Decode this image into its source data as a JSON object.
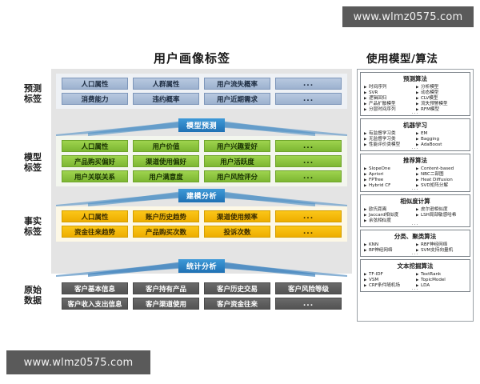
{
  "watermarks": {
    "top": "www.wlmz0575.com",
    "bottom": "www.wlmz0575.com"
  },
  "titles": {
    "left": "用户画像标签",
    "right": "使用模型/算法"
  },
  "row_labels": [
    {
      "name": "predict",
      "line1": "预测",
      "line2": "标签"
    },
    {
      "name": "model",
      "line1": "模型",
      "line2": "标签"
    },
    {
      "name": "fact",
      "line1": "事实",
      "line2": "标签"
    },
    {
      "name": "raw",
      "line1": "原始",
      "line2": "数据"
    }
  ],
  "tiers": {
    "predict": {
      "label": "预测标签",
      "color": "#a9bcd6",
      "cells": [
        "人口属性",
        "人群属性",
        "用户流失概率",
        "...",
        "消费能力",
        "违约概率",
        "用户近期需求",
        "..."
      ]
    },
    "model": {
      "label": "模型标签",
      "color": "#8cc63e",
      "cells": [
        "人口属性",
        "用户价值",
        "用户兴趣爱好",
        "...",
        "产品购买偏好",
        "渠道使用偏好",
        "用户活跃度",
        "...",
        "用户关联关系",
        "用户满意度",
        "用户风险评分",
        "..."
      ]
    },
    "fact": {
      "label": "事实标签",
      "color": "#f5b800",
      "cells": [
        "人口属性",
        "账户历史趋势",
        "渠道使用频率",
        "...",
        "资金往来趋势",
        "产品购买次数",
        "投诉次数",
        "..."
      ]
    },
    "raw": {
      "label": "原始数据",
      "color": "#5e5e5e",
      "cells": [
        "客户基本信息",
        "客户持有产品",
        "客户历史交易",
        "客户风险等级",
        "客户收入支出信息",
        "客户渠道使用",
        "客户资金往来",
        "..."
      ]
    }
  },
  "arrows": [
    {
      "name": "model-prediction",
      "label": "模型预测"
    },
    {
      "name": "modeling-analysis",
      "label": "建模分析"
    },
    {
      "name": "statistical-analysis",
      "label": "统计分析"
    }
  ],
  "algorithm_boxes": [
    {
      "name": "prediction-algorithms",
      "title": "预测算法",
      "left": [
        "时间序列",
        "SVR",
        "逻辑回归",
        "产品扩散模型",
        "分层时间序列"
      ],
      "right": [
        "分析模型",
        "动态模型",
        "CLV模型",
        "流失预警模型",
        "RFM模型"
      ],
      "ellipsis": "..."
    },
    {
      "name": "machine-learning",
      "title": "机器学习",
      "left": [
        "有监督学习类",
        "无监督学习类",
        "性能评价类模型"
      ],
      "right": [
        "EM",
        "Bagging",
        "AdaBoost"
      ],
      "ellipsis": "..."
    },
    {
      "name": "recommendation-algorithms",
      "title": "推荐算法",
      "left": [
        "SlopeOne",
        "Apriori",
        "FPTree",
        "Hybrid CF"
      ],
      "right": [
        "Content-based",
        "NBC二部图",
        "Heat Diffusion",
        "SVD矩阵分解"
      ],
      "ellipsis": "..."
    },
    {
      "name": "similarity-computation",
      "title": "相似度计算",
      "left": [
        "欧氏距离",
        "Jaccard相似度",
        "余弦相似度"
      ],
      "right": [
        "皮尔逊相似度",
        "LSH局部敏感哈希"
      ],
      "ellipsis": "..."
    },
    {
      "name": "classification-clustering",
      "title": "分类、聚类算法",
      "left": [
        "KNN",
        "BP神经网络"
      ],
      "right": [
        "RBF神经网络",
        "SVM支持向量机"
      ],
      "ellipsis": "..."
    },
    {
      "name": "text-mining-algorithms",
      "title": "文本挖掘算法",
      "left": [
        "TF-IDF",
        "VSM",
        "CRF条件随机场"
      ],
      "right": [
        "TextRank",
        "TopicModel",
        "LDA"
      ],
      "ellipsis": "..."
    }
  ]
}
